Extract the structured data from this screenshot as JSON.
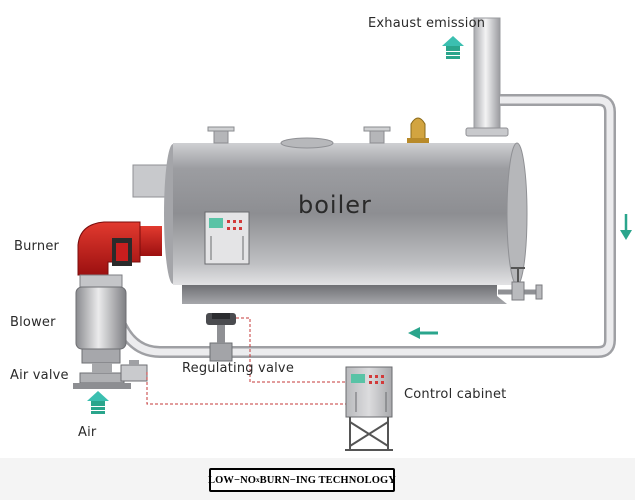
{
  "title": "boiler",
  "labels": {
    "exhaust": "Exhaust emission",
    "burner": "Burner",
    "blower": "Blower",
    "air_valve": "Air valve",
    "air": "Air",
    "regulating_valve": "Regulating valve",
    "control_cabinet": "Control cabinet"
  },
  "banner": {
    "prefix": "LOW−NO",
    "subscript": "x",
    "suffix": " BURN−ING TECHNOLOGY"
  },
  "colors": {
    "accent_arrow": "#2aa58c",
    "burner": "#c81e1e",
    "pipe": "#d8d8da",
    "signal_line": "#c43a3a"
  }
}
